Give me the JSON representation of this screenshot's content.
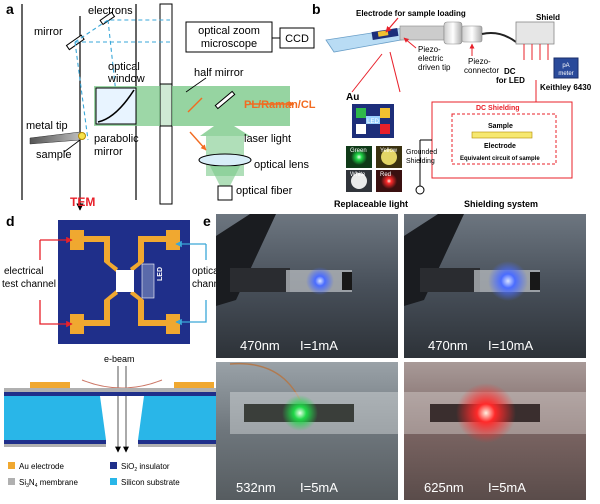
{
  "panel_a": {
    "letter": "a",
    "electrons": "electrons",
    "mirror": "mirror",
    "optical_zoom_1": "optical zoom",
    "optical_zoom_2": "microscope",
    "ccd": "CCD",
    "optical_window_1": "optical",
    "optical_window_2": "window",
    "half_mirror": "half mirror",
    "pl_raman_cl": "PL/Raman/CL",
    "metal_tip": "metal tip",
    "sample": "sample",
    "parabolic_1": "parabolic",
    "parabolic_2": "mirror",
    "laser_light": "laser light",
    "optical_lens": "optical lens",
    "optical_fiber": "optical fiber",
    "tem": "TEM"
  },
  "panel_b": {
    "letter": "b",
    "electrode_loading": "Electrode for sample loading",
    "piezo_tip_1": "Piezo-",
    "piezo_tip_2": "electric",
    "piezo_tip_3": "driven tip",
    "piezo_conn_1": "Piezo-",
    "piezo_conn_2": "connector",
    "au": "Au",
    "led": "LED",
    "green": "Green",
    "yellow": "Yellow",
    "white": "White",
    "red": "Red",
    "replaceable_light": "Replaceable light",
    "shield": "Shield",
    "pa_meter_1": "pA",
    "pa_meter_2": "meter",
    "dc": "DC",
    "for_led": "for LED",
    "keithley": "Keithley 6430",
    "dc_shielding": "DC Shielding",
    "sample": "Sample",
    "electrode": "Electrode",
    "equivalent": "Equivalent circuit of sample",
    "grounded_1": "Grounded",
    "grounded_2": "Shielding",
    "shielding_system": "Shielding system"
  },
  "panel_d": {
    "letter": "d",
    "electrical_1": "electrical",
    "electrical_2": "test channel",
    "optical_1": "optical",
    "optical_2": "channel",
    "led": "LED",
    "ebeam": "e-beam",
    "legend_au": "Au electrode",
    "legend_sin_a": "Si",
    "legend_sin_b": "3",
    "legend_sin_c": "N",
    "legend_sin_d": "4",
    "legend_sin_e": " membrane",
    "legend_sio_a": "SiO",
    "legend_sio_b": "2",
    "legend_sio_c": " insulator",
    "legend_si": "Silicon substrate"
  },
  "panel_e": {
    "letter": "e",
    "photos": [
      {
        "wavelength": "470nm",
        "current": "I=1mA",
        "led_color": "#5a78ff"
      },
      {
        "wavelength": "470nm",
        "current": "I=10mA",
        "led_color": "#6c8cff"
      },
      {
        "wavelength": "532nm",
        "current": "I=5mA",
        "led_color": "#3dff66"
      },
      {
        "wavelength": "625nm",
        "current": "I=5mA",
        "led_color": "#ff3030"
      }
    ]
  },
  "colors": {
    "green_beam": "#7cc98a",
    "orange": "#f26b21",
    "red_text": "#e8202a",
    "navy": "#1f2f8a",
    "gold": "#f0a830",
    "cyan": "#29b6e8",
    "dashed_blue": "#3aa7d8"
  }
}
